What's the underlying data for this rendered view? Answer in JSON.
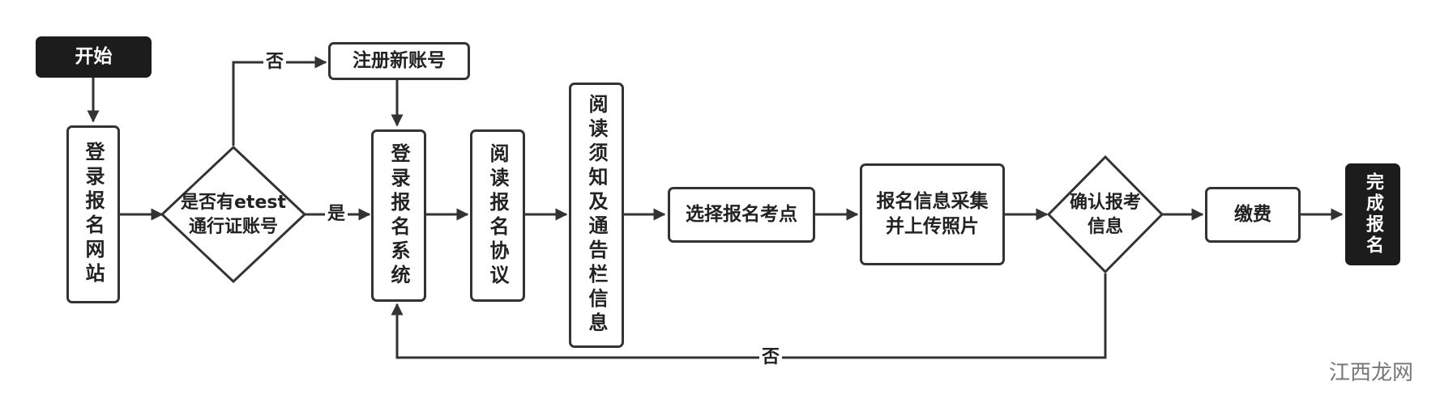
{
  "nodes": {
    "start": "开始",
    "login_site": "登录报名网站",
    "has_account": "是否有etest\n通行证账号",
    "register": "注册新账号",
    "login_system": "登录报名系统",
    "read_agreement": "阅读报名协议",
    "read_notice": "阅读须知及通告栏信息",
    "select_site": "选择报名考点",
    "info_collect": "报名信息采集\n并上传照片",
    "confirm": "确认报考\n信息",
    "pay": "缴费",
    "done": "完成报名"
  },
  "edges": {
    "no_top": "否",
    "yes": "是",
    "no_bottom": "否"
  },
  "watermark": "江西龙网"
}
